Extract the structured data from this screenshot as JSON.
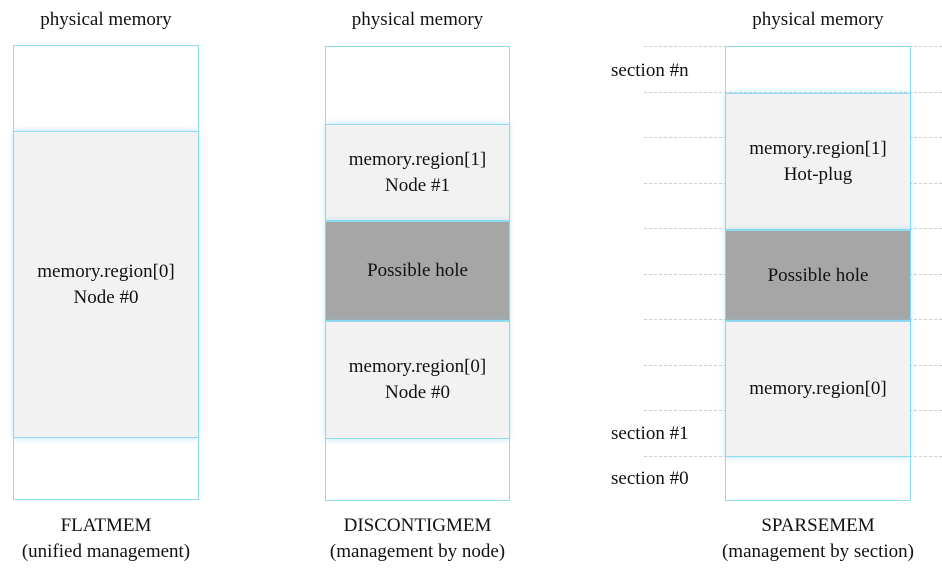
{
  "flatmem": {
    "title": "physical memory",
    "region0_line1": "memory.region[0]",
    "region0_line2": "Node #0",
    "caption_line1": "FLATMEM",
    "caption_line2": "(unified management)"
  },
  "discontigmem": {
    "title": "physical memory",
    "region1_line1": "memory.region[1]",
    "region1_line2": "Node #1",
    "hole": "Possible hole",
    "region0_line1": "memory.region[0]",
    "region0_line2": "Node #0",
    "caption_line1": "DISCONTIGMEM",
    "caption_line2": "(management by node)"
  },
  "sparsemem": {
    "title": "physical memory",
    "region1_line1": "memory.region[1]",
    "region1_line2": "Hot-plug",
    "hole": "Possible hole",
    "region0_line1": "memory.region[0]",
    "section_n": "section #n",
    "section_1": "section #1",
    "section_0": "section #0",
    "caption_line1": "SPARSEMEM",
    "caption_line2": "(management by section)"
  },
  "colors": {
    "border": "#8fdcf2",
    "region_fill": "#f2f2f2",
    "hole_fill": "#a6a6a6",
    "section_line": "#cfcfcf"
  }
}
